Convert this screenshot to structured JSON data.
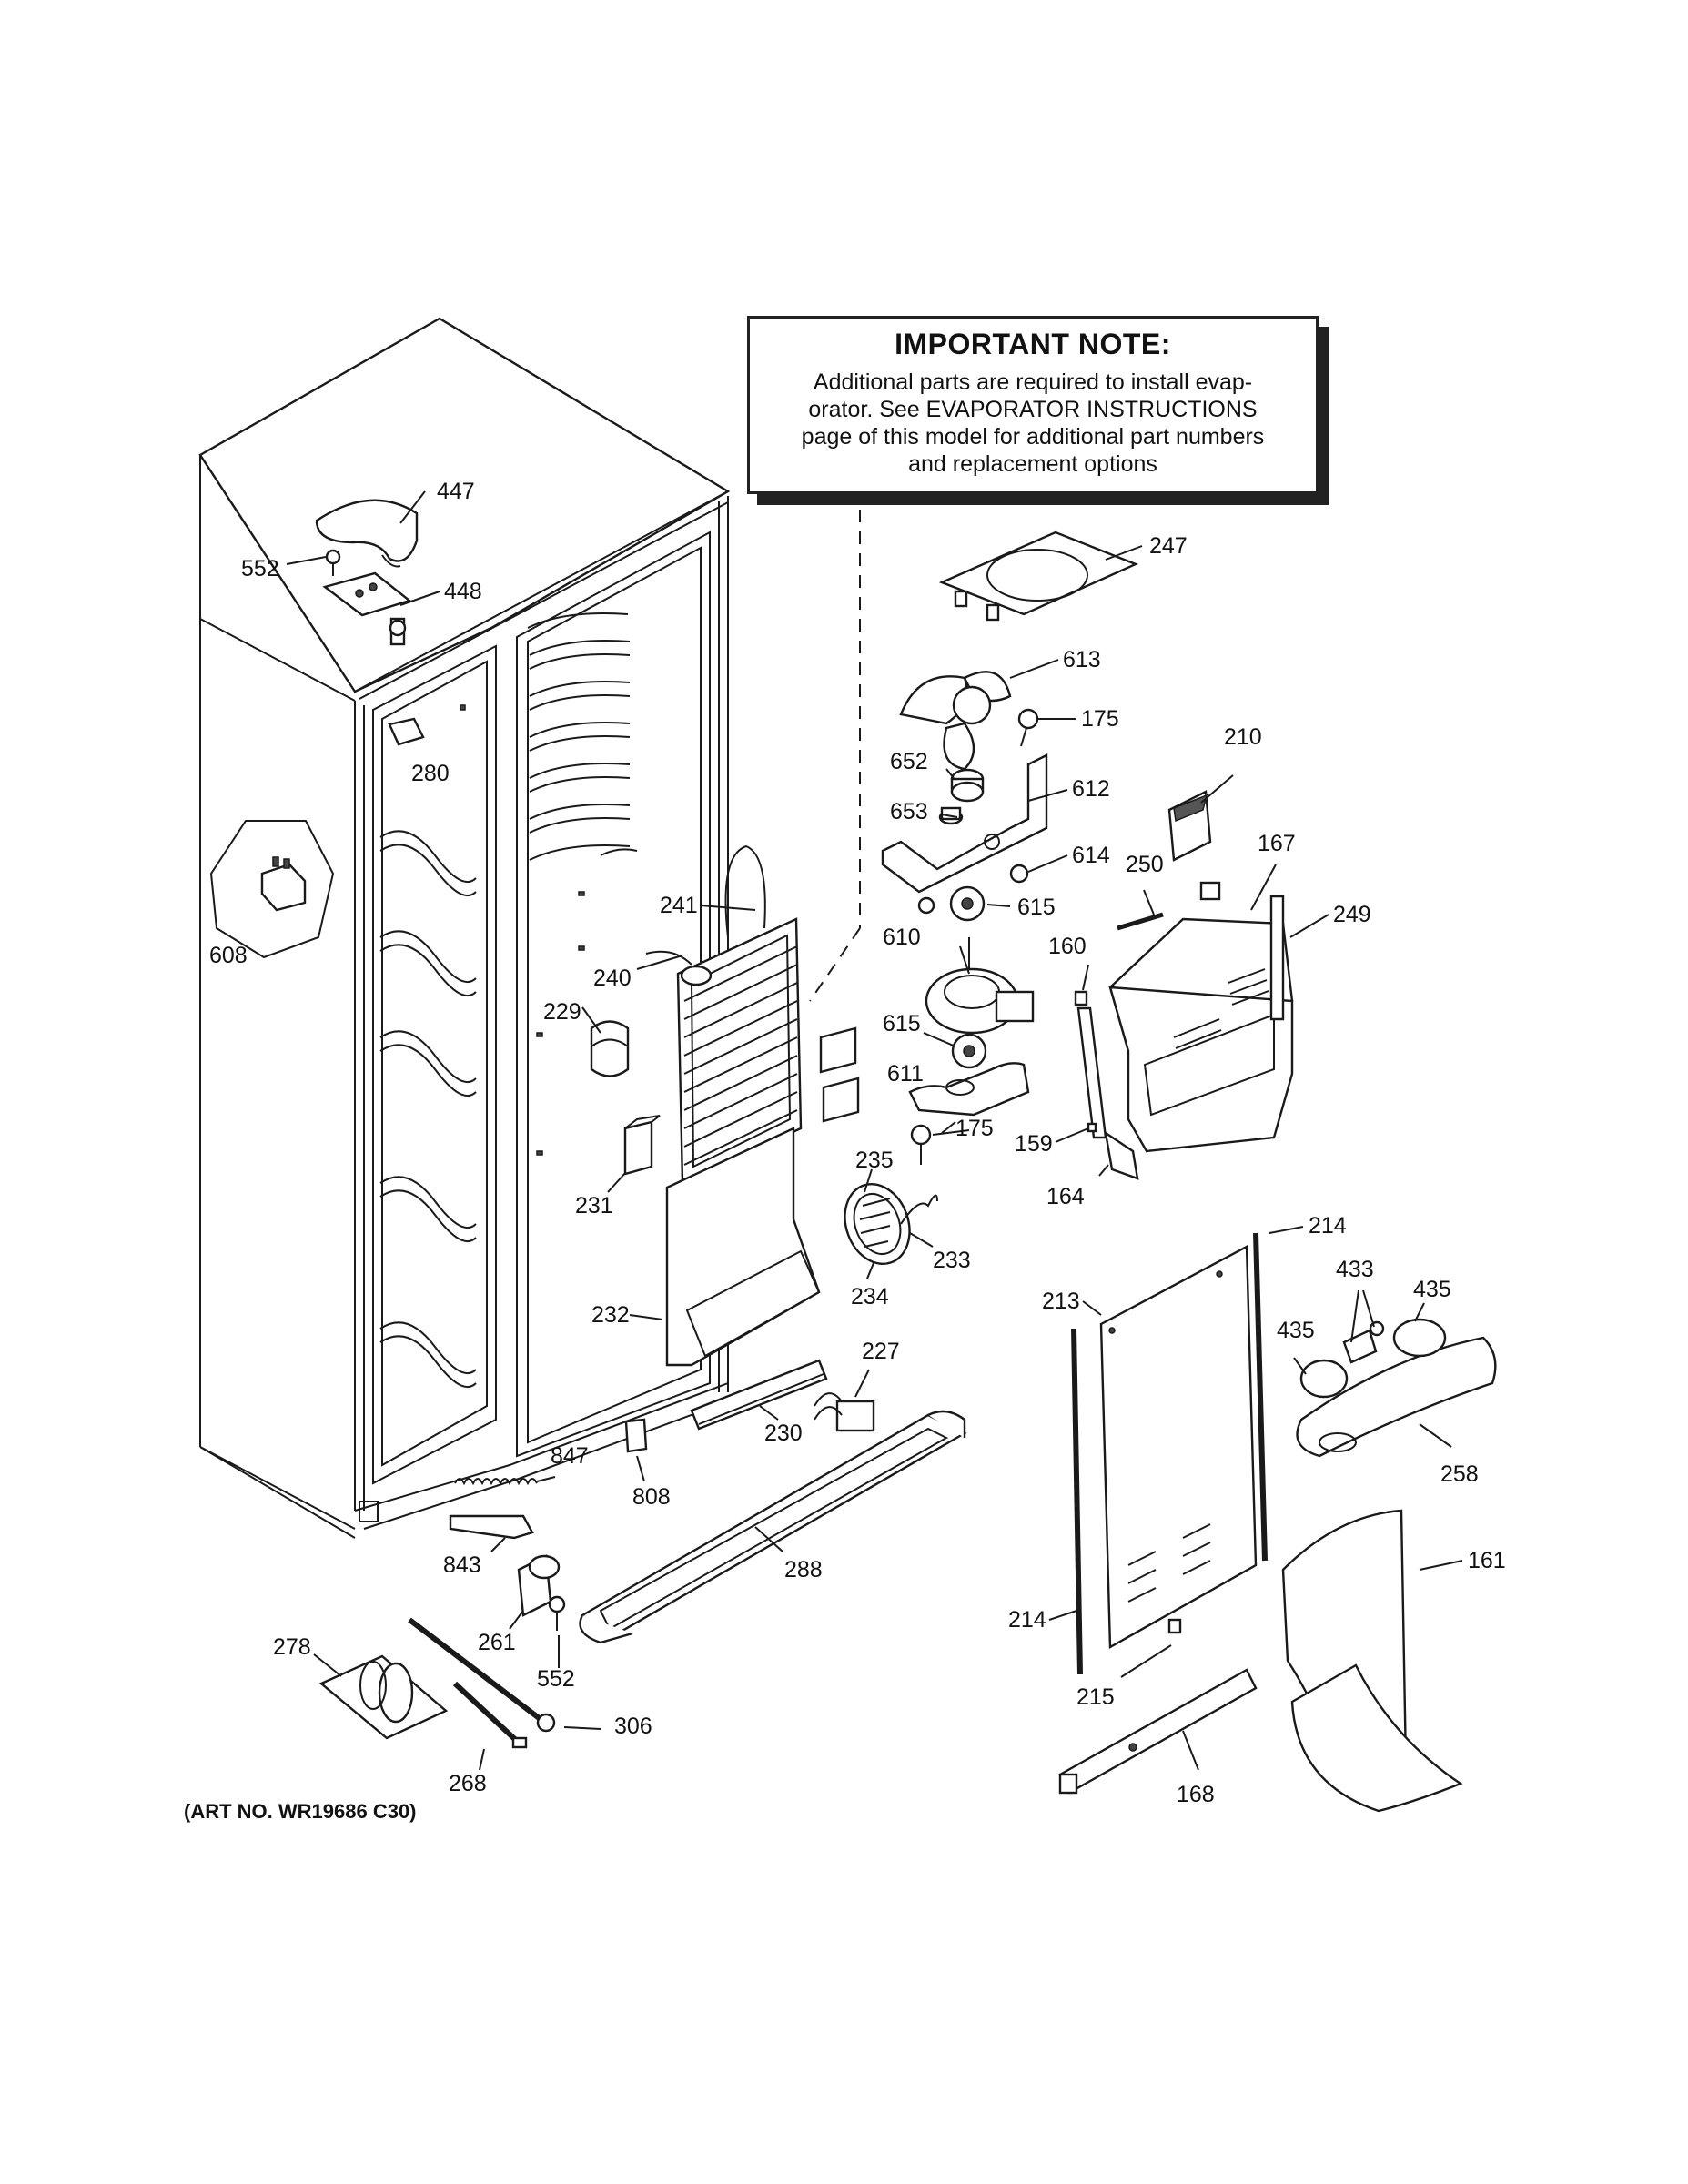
{
  "note": {
    "title": "IMPORTANT NOTE:",
    "lines": [
      "Additional parts are required to install evap-",
      "orator.  See EVAPORATOR INSTRUCTIONS",
      "page of this model for additional part numbers",
      "and replacement options"
    ]
  },
  "art_number": "(ART NO. WR19686 C30)",
  "callouts": {
    "c447": "447",
    "c552a": "552",
    "c448": "448",
    "c280": "280",
    "c608": "608",
    "c247": "247",
    "c613": "613",
    "c175a": "175",
    "c652": "652",
    "c612": "612",
    "c653": "653",
    "c614": "614",
    "c615a": "615",
    "c610": "610",
    "c615b": "615",
    "c611": "611",
    "c175b": "175",
    "c235": "235",
    "c233": "233",
    "c234": "234",
    "c241": "241",
    "c240": "240",
    "c229": "229",
    "c231": "231",
    "c232": "232",
    "c230": "230",
    "c227": "227",
    "c808": "808",
    "c847": "847",
    "c843": "843",
    "c288": "288",
    "c261": "261",
    "c552b": "552",
    "c278": "278",
    "c306": "306",
    "c268": "268",
    "c210": "210",
    "c167": "167",
    "c250": "250",
    "c249": "249",
    "c160": "160",
    "c159": "159",
    "c164": "164",
    "c214a": "214",
    "c213": "213",
    "c433": "433",
    "c435a": "435",
    "c435b": "435",
    "c258": "258",
    "c161": "161",
    "c214b": "214",
    "c215": "215",
    "c168": "168"
  }
}
